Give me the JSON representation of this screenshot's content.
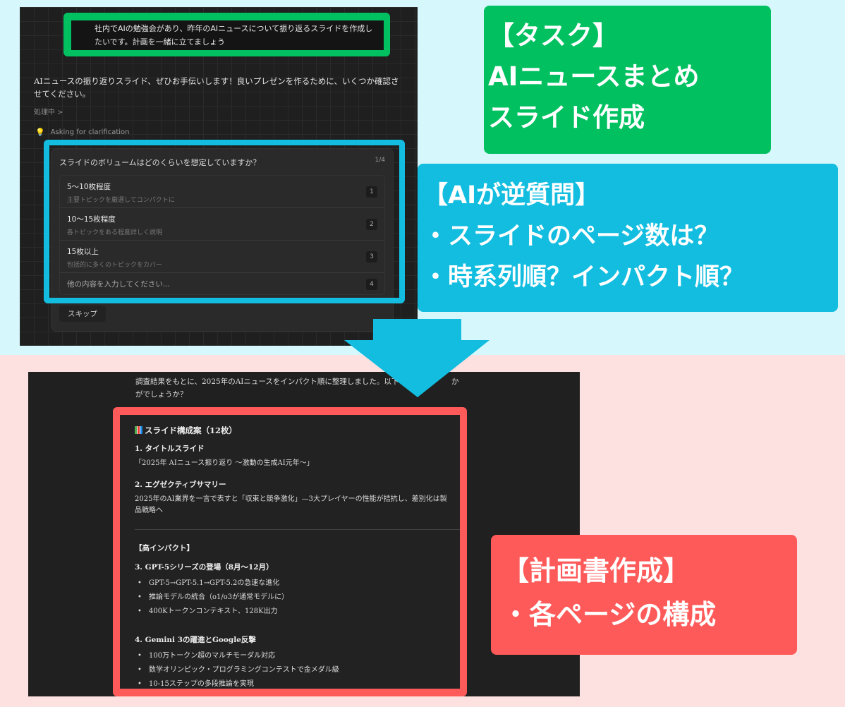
{
  "top_screen": {
    "user_message": "社内でAIの勉強会があり、昨年のAIニュースについて振り返るスライドを作成したいです。計画を一緒に立てましょう",
    "assistant_reply": "AIニュースの振り返りスライド、ぜひお手伝いします！良いプレゼンを作るために、いくつか確認させてください。",
    "processing": "処理中 >",
    "asking": "Asking for clarification",
    "question": "スライドのボリュームはどのくらいを想定していますか？",
    "question_count": "1/4",
    "options": [
      {
        "title": "5〜10枚程度",
        "sub": "主要トピックを厳選してコンパクトに",
        "num": "1"
      },
      {
        "title": "10〜15枚程度",
        "sub": "各トピックをある程度詳しく説明",
        "num": "2"
      },
      {
        "title": "15枚以上",
        "sub": "包括的に多くのトピックをカバー",
        "num": "3"
      }
    ],
    "other_placeholder": "他の内容を入力してください...",
    "other_num": "4",
    "skip": "スキップ"
  },
  "labels": {
    "task": [
      "【タスク】",
      "AIニュースまとめ",
      "スライド作成"
    ],
    "ai_question": [
      "【AIが逆質問】",
      "・スライドのページ数は？",
      "・時系列順？インパクト順？"
    ],
    "plan": [
      "【計画書作成】",
      "・各ページの構成"
    ]
  },
  "bottom_screen": {
    "intro_line1": "調査結果をもとに、2025年のAIニュースをインパクト順に整理しました。以下",
    "intro_line1_end": "か",
    "intro_line2": "がでしょうか？",
    "plan_title": "スライド構成案（12枚）",
    "s1_title": "1. タイトルスライド",
    "s1_body": "「2025年 AIニュース振り返り 〜激動の生成AI元年〜」",
    "s2_title": "2. エグゼクティブサマリー",
    "s2_body": "2025年のAI業界を一言で表すと「収束と競争激化」—3大プレイヤーの性能が拮抗し、差別化は製品戦略へ",
    "section": "【高インパクト】",
    "s3_title": "3. GPT-5シリーズの登場（8月〜12月）",
    "s3_items": [
      "GPT-5→GPT-5.1→GPT-5.2の急速な進化",
      "推論モデルの統合（o1/o3が通常モデルに）",
      "400Kトークンコンテキスト、128K出力"
    ],
    "s4_title": "4. Gemini 3の躍進とGoogle反撃",
    "s4_items": [
      "100万トークン超のマルチモーダル対応",
      "数学オリンピック・プログラミングコンテストで金メダル級",
      "10-15ステップの多段推論を実現"
    ]
  },
  "colors": {
    "green": "#00c060",
    "cyan": "#12bde0",
    "red": "#ff5a5a",
    "top_bg": "#d6f8fc",
    "bottom_bg": "#fde0e0"
  }
}
